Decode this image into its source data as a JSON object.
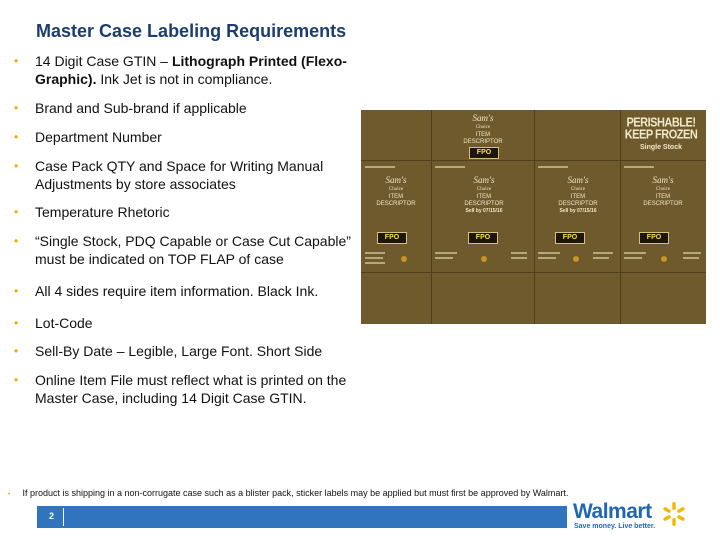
{
  "slide": {
    "title": "Master Case Labeling Requirements",
    "page_number": "2",
    "footnote": "If product is shipping in a non-corrugate case such as a blister pack, sticker labels may be applied but must first be approved by Walmart."
  },
  "bullets": [
    {
      "parts": [
        {
          "text": "14 Digit Case GTIN – ",
          "bold": false
        },
        {
          "text": "Lithograph Printed (Flexo-Graphic).",
          "bold": true
        },
        {
          "text": " Ink Jet is not in compliance.",
          "bold": false
        }
      ]
    },
    {
      "parts": [
        {
          "text": "Brand and Sub-brand if applicable",
          "bold": false
        }
      ]
    },
    {
      "parts": [
        {
          "text": "Department Number",
          "bold": false
        }
      ]
    },
    {
      "parts": [
        {
          "text": "Case Pack QTY and Space for Writing Manual Adjustments by store associates",
          "bold": false
        }
      ]
    },
    {
      "parts": [
        {
          "text": "Temperature Rhetoric",
          "bold": false
        }
      ]
    },
    {
      "parts": [
        {
          "text": "“Single Stock, PDQ Capable or Case Cut Capable” must be indicated on TOP FLAP of case",
          "bold": false
        }
      ]
    },
    {
      "parts": [
        {
          "text": "All 4 sides require item information. Black Ink.",
          "bold": false
        }
      ]
    },
    {
      "parts": [
        {
          "text": "Lot-Code",
          "bold": false
        }
      ]
    },
    {
      "parts": [
        {
          "text": "Sell-By Date – Legible, Large Font. Short Side",
          "bold": false
        }
      ]
    },
    {
      "parts": [
        {
          "text": "Online Item File must reflect what is printed on the Master Case, including 14 Digit Case GTIN.",
          "bold": false
        }
      ]
    }
  ],
  "case_image": {
    "brand": "Sam's",
    "brand_sub": "Choice",
    "top_item": "ITEM",
    "top_descriptor": "DESCRIPTOR",
    "top_fpo": "FPO",
    "panels": [
      {
        "item": "ITEM",
        "descriptor": "DESCRIPTOR",
        "sell_by": "",
        "fpo": "FPO"
      },
      {
        "item": "ITEM",
        "descriptor": "DESCRIPTOR",
        "sell_by": "Sell by 07/15/16",
        "fpo": "FPO"
      },
      {
        "item": "ITEM",
        "descriptor": "DESCRIPTOR",
        "sell_by": "Sell by 07/15/16",
        "fpo": "FPO"
      },
      {
        "item": "ITEM",
        "descriptor": "DESCRIPTOR",
        "sell_by": "",
        "fpo": "FPO"
      }
    ],
    "perishable_line1": "PERISHABLE!",
    "perishable_line2": "KEEP FROZEN",
    "single_stock": "Single Stock",
    "colors": {
      "cardboard": "#6f5a2d",
      "fold_lines": "#4f3f1e",
      "fpo_text": "#ffe24a"
    }
  },
  "logo": {
    "word": "Walmart",
    "tagline": "Save money. Live better.",
    "colors": {
      "blue": "#1f66b5",
      "spark": "#f5b800"
    }
  },
  "colors": {
    "title": "#1b3e6e",
    "bullet_marker": "#f5a800",
    "footer_bar": "#2f74bc"
  }
}
